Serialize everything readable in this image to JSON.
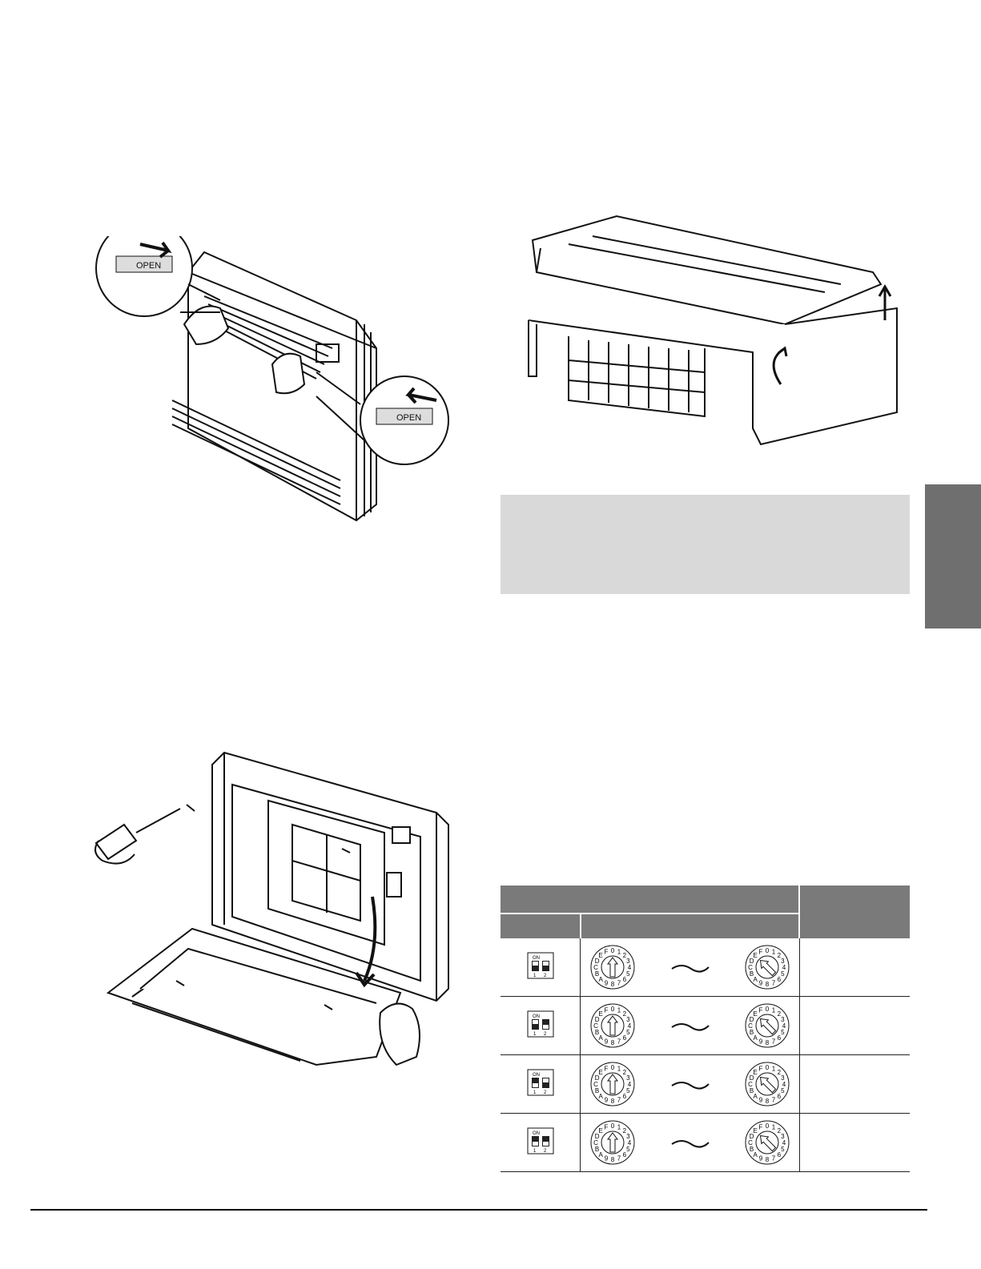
{
  "figures": {
    "front_panel_open": {
      "label_text": "OPEN"
    },
    "filter_lift": {},
    "front_grille_removal": {}
  },
  "note_box": {
    "text": ""
  },
  "side_tab": {
    "text": ""
  },
  "address_table": {
    "header": {
      "group": "",
      "result": "",
      "dip": "",
      "rotary": ""
    },
    "rows": [
      {
        "dip_on_label": "ON",
        "dip_pos_labels": [
          "1",
          "2"
        ],
        "result": ""
      },
      {
        "dip_on_label": "ON",
        "dip_pos_labels": [
          "1",
          "2"
        ],
        "result": ""
      },
      {
        "dip_on_label": "ON",
        "dip_pos_labels": [
          "1",
          "2"
        ],
        "result": ""
      },
      {
        "dip_on_label": "ON",
        "dip_pos_labels": [
          "1",
          "2"
        ],
        "result": ""
      }
    ],
    "rotary_digits": [
      "0",
      "1",
      "2",
      "3",
      "4",
      "5",
      "6",
      "7",
      "8",
      "9",
      "A",
      "B",
      "C",
      "D",
      "E",
      "F"
    ]
  }
}
